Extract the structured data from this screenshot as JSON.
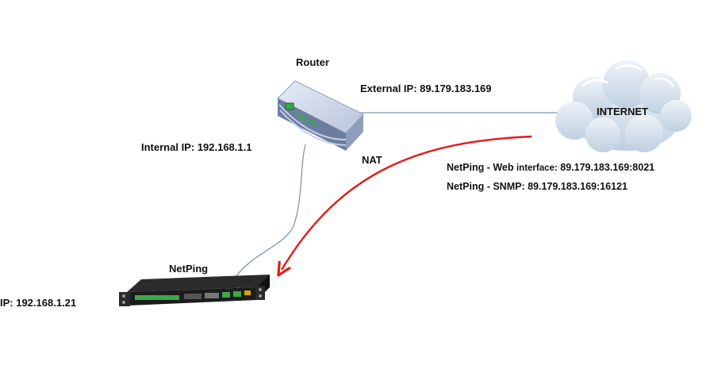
{
  "router": {
    "label": "Router",
    "sub_label": "NAT"
  },
  "internet": {
    "label": "INTERNET"
  },
  "netping": {
    "label": "NetPing",
    "ip_label": "IP: 192.168.1.21"
  },
  "links": {
    "external_ip": "External IP: 89.179.183.169",
    "internal_ip": "Internal IP: 192.168.1.1"
  },
  "port_forwarding": {
    "web_prefix": "NetPing - Web",
    "web_mid": "interface:",
    "web_address": "89.179.183.169:8021",
    "snmp": "NetPing - SNMP: 89.179.183.169:16121"
  },
  "colors": {
    "arrow": "#e21b1b",
    "line": "#7f97ad",
    "router_top": "#cdd5e6",
    "router_front": "#6c7ea0",
    "router_side": "#8e9dbb",
    "cloud_fill": "#d8e3ef",
    "device_body": "#1c1c1c",
    "terminal_green": "#39a94a"
  },
  "icons": [
    "router-icon",
    "cloud-icon",
    "netping-device-icon"
  ]
}
